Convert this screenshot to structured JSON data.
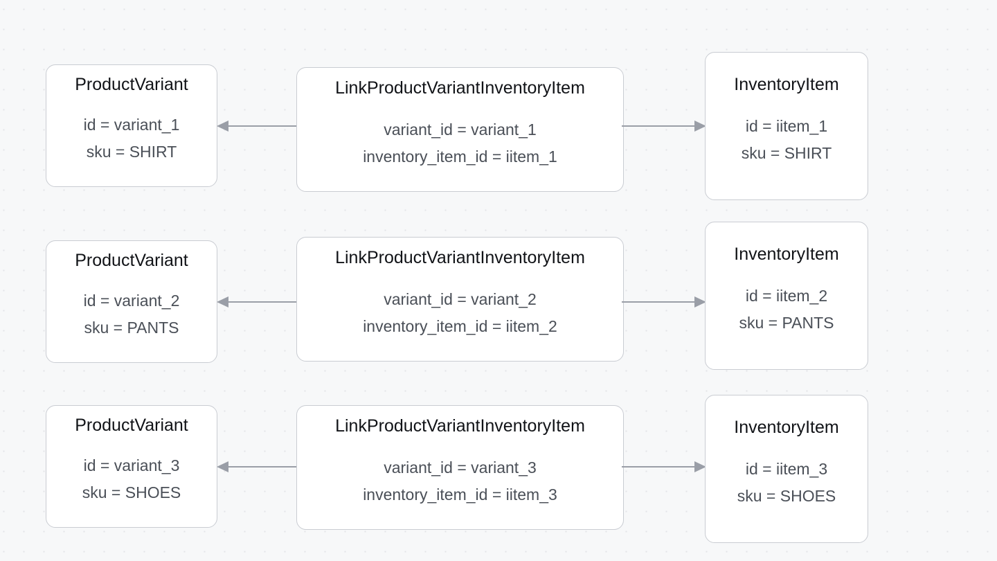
{
  "diagram": {
    "type": "entity-link-diagram",
    "background": "#f7f8f9",
    "grid": "dot",
    "edge_color": "#9a9ea7",
    "node_border_color": "#c9ccd2",
    "node_fill_color": "#ffffff",
    "rows": [
      {
        "source": {
          "title": "ProductVariant",
          "fields": [
            "id = variant_1",
            "sku = SHIRT"
          ]
        },
        "link": {
          "title": "LinkProductVariantInventoryItem",
          "fields": [
            "variant_id = variant_1",
            "inventory_item_id = iitem_1"
          ]
        },
        "target": {
          "title": "InventoryItem",
          "fields": [
            "id = iitem_1",
            "sku = SHIRT"
          ]
        }
      },
      {
        "source": {
          "title": "ProductVariant",
          "fields": [
            "id = variant_2",
            "sku = PANTS"
          ]
        },
        "link": {
          "title": "LinkProductVariantInventoryItem",
          "fields": [
            "variant_id = variant_2",
            "inventory_item_id = iitem_2"
          ]
        },
        "target": {
          "title": "InventoryItem",
          "fields": [
            "id = iitem_2",
            "sku = PANTS"
          ]
        }
      },
      {
        "source": {
          "title": "ProductVariant",
          "fields": [
            "id = variant_3",
            "sku = SHOES"
          ]
        },
        "link": {
          "title": "LinkProductVariantInventoryItem",
          "fields": [
            "variant_id = variant_3",
            "inventory_item_id = iitem_3"
          ]
        },
        "target": {
          "title": "InventoryItem",
          "fields": [
            "id = iitem_3",
            "sku = SHOES"
          ]
        }
      }
    ]
  }
}
